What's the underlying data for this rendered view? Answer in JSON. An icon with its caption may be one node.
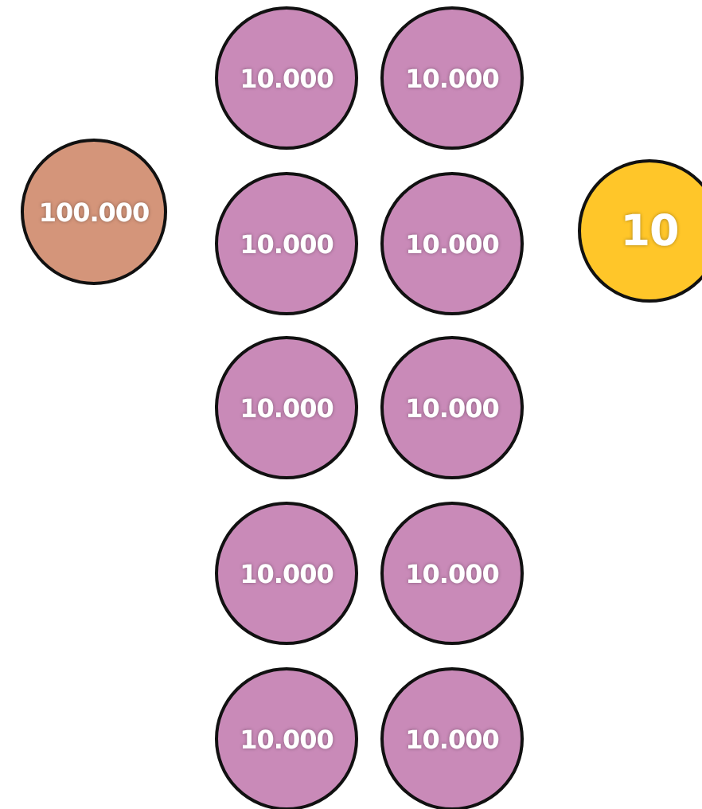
{
  "diagram": {
    "nodes": [
      {
        "text": [
          "100.000"
        ]
      },
      {
        "text": [
          "10.000"
        ]
      },
      {
        "text": [
          "10.000"
        ]
      },
      {
        "text": [
          "10.000"
        ]
      },
      {
        "text": [
          "10.000"
        ]
      },
      {
        "text": [
          "10.000"
        ]
      },
      {
        "text": [
          "10.000"
        ]
      },
      {
        "text": [
          "10.000"
        ]
      },
      {
        "text": [
          "10.000"
        ]
      },
      {
        "text": [
          "10.000"
        ]
      },
      {
        "text": [
          "10.000"
        ]
      },
      {
        "text": [
          "10"
        ]
      }
    ]
  }
}
